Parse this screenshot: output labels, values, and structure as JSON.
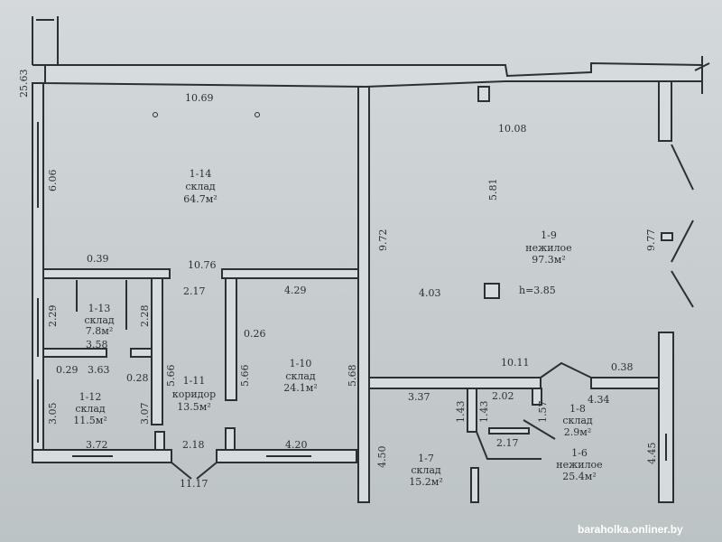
{
  "rooms": {
    "r14": {
      "id": "1-14",
      "type": "склад",
      "area": "64.7м²"
    },
    "r13": {
      "id": "1-13",
      "type": "склад",
      "area": "7.8м²"
    },
    "r12": {
      "id": "1-12",
      "type": "склад",
      "area": "11.5м²"
    },
    "r11": {
      "id": "1-11",
      "type": "коридор",
      "area": "13.5м²"
    },
    "r10": {
      "id": "1-10",
      "type": "склад",
      "area": "24.1м²"
    },
    "r9": {
      "id": "1-9",
      "type": "нежилое",
      "area": "97.3м²"
    },
    "r8": {
      "id": "1-8",
      "type": "склад",
      "area": "2.9м²"
    },
    "r7": {
      "id": "1-7",
      "type": "склад",
      "area": "15.2м²"
    },
    "r6": {
      "id": "1-6",
      "type": "нежилое",
      "area": "25.4м²"
    }
  },
  "height": "h=3.85",
  "dims": {
    "d2563": "25.63",
    "d1069": "10.69",
    "d606": "6.06",
    "d039": "0.39",
    "d1076": "10.76",
    "d229": "2.29",
    "d228": "2.28",
    "d217a": "2.17",
    "d429": "4.29",
    "d358": "3.58",
    "d029": "0.29",
    "d363": "3.63",
    "d026": "0.26",
    "d028": "0.28",
    "d566a": "5.66",
    "d566b": "5.66",
    "d568": "5.68",
    "d305": "3.05",
    "d307": "3.07",
    "d372": "3.72",
    "d218": "2.18",
    "d420": "4.20",
    "d1117": "11.17",
    "d972": "9.72",
    "d1008": "10.08",
    "d581": "5.81",
    "d403": "4.03",
    "d977": "9.77",
    "d1011": "10.11",
    "d038": "0.38",
    "d337": "3.37",
    "d202": "2.02",
    "d143a": "1.43",
    "d143b": "1.43",
    "d157": "1.57",
    "d434": "4.34",
    "d217b": "2.17",
    "d450": "4.50",
    "d445": "4.45"
  },
  "watermark": "baraholka.onliner.by"
}
